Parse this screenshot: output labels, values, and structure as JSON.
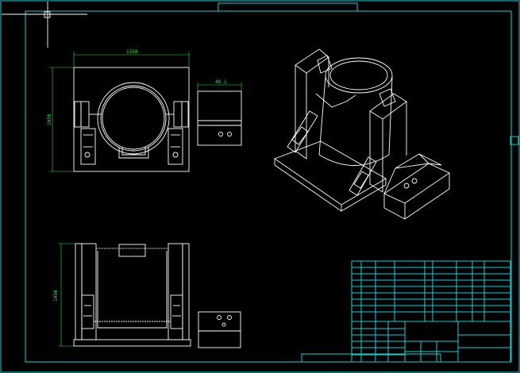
{
  "drawing": {
    "dimensions": {
      "top_width": "1350",
      "top_height": "1050",
      "control_box_width": "48.1",
      "front_height": "1050"
    },
    "colors": {
      "background": "#000000",
      "geometry": "#ffffff",
      "frame": "#19d2d2",
      "dimension": "#2ee62e",
      "pen": "#e6e600"
    }
  }
}
